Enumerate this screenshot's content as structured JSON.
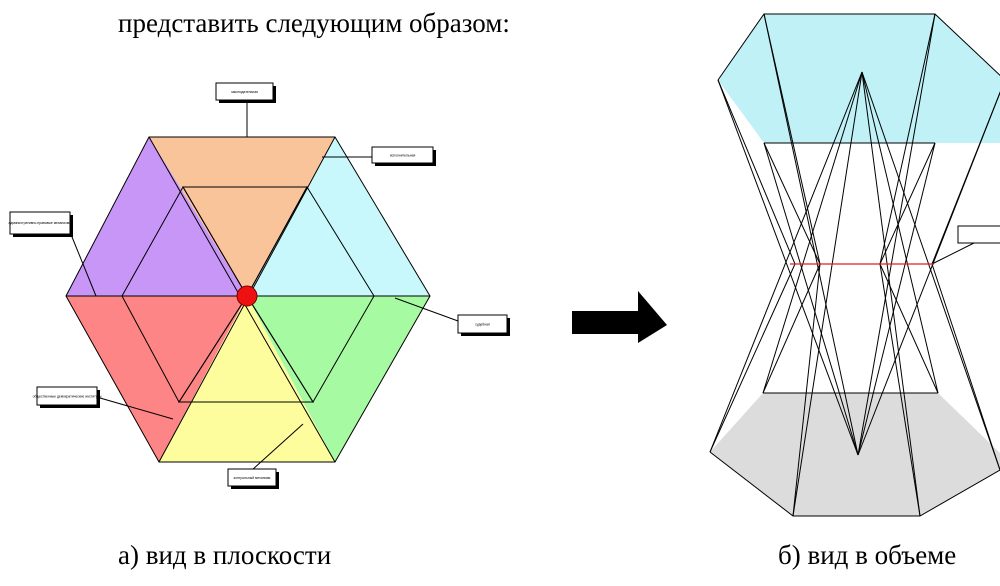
{
  "intro_text": "представить следующим образом:",
  "captions": {
    "flat": "а) вид в плоскости",
    "volume": "б) вид в объеме"
  },
  "flat_view": {
    "callouts": [
      "законодательная",
      "исполнительная",
      "судебная",
      "контрольный механизм",
      "общественные демократические институты",
      "административно-правовые механизмы"
    ],
    "colors": {
      "top": "#f9c49a",
      "upper_right": "#c8f8fb",
      "lower_right": "#a6fba2",
      "bottom": "#fdfd9e",
      "lower_left": "#fd8585",
      "upper_left": "#c796f7",
      "center_dot": "#ee1111"
    }
  },
  "arrow": {
    "color": "#000000",
    "icon": "right-arrow-icon"
  },
  "volume_view": {
    "callout": "",
    "colors": {
      "top_face": "#bff1f6",
      "bottom_face": "#dcdcdc",
      "waist_line": "#dd2222"
    }
  }
}
